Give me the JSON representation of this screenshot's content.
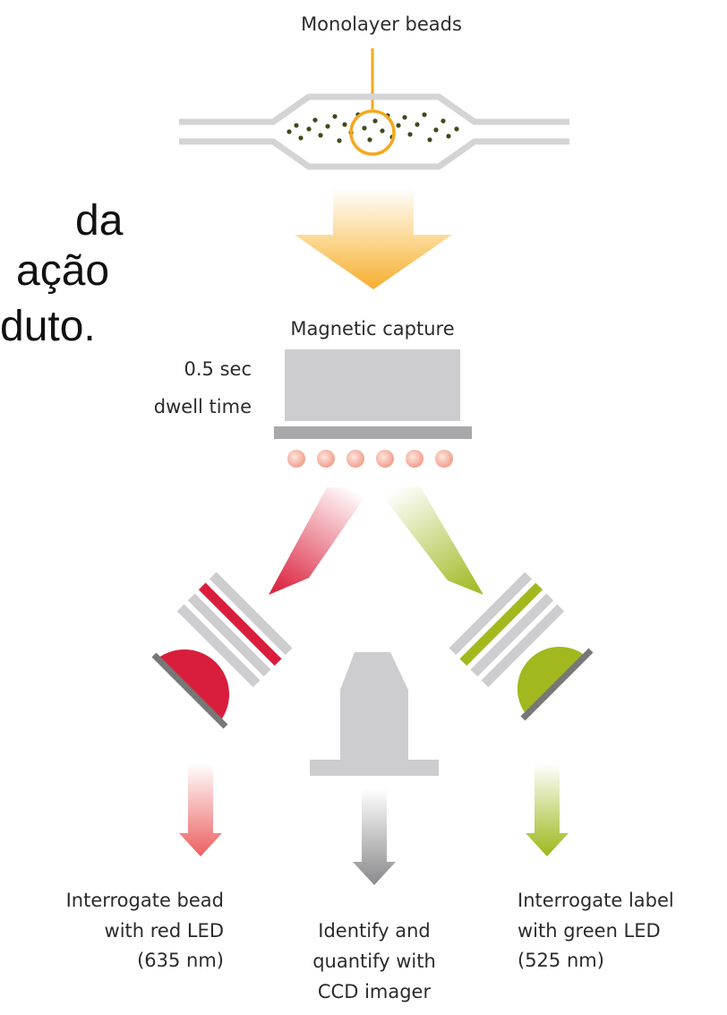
{
  "background_text_lines": [
    "da",
    "ação",
    "duto."
  ],
  "labels": {
    "monolayer": "Monolayer beads",
    "magnetic": "Magnetic capture",
    "dwell_line1": "0.5 sec",
    "dwell_line2": "dwell time",
    "red_line1": "Interrogate bead",
    "red_line2": "with red LED",
    "red_line3": "(635 nm)",
    "ccd_line1": "Identify and",
    "ccd_line2": "quantify with",
    "ccd_line3": "CCD imager",
    "green_line1": "Interrogate label",
    "green_line2": "with green LED",
    "green_line3": "(525 nm)"
  },
  "colors": {
    "red": "#d81e3c",
    "green": "#a2b81e",
    "orange": "#f8b43c",
    "gray": "#cdcdcf",
    "dark_gray": "#777777",
    "bead": "#3e4a1c",
    "glow": "#f5a898"
  }
}
